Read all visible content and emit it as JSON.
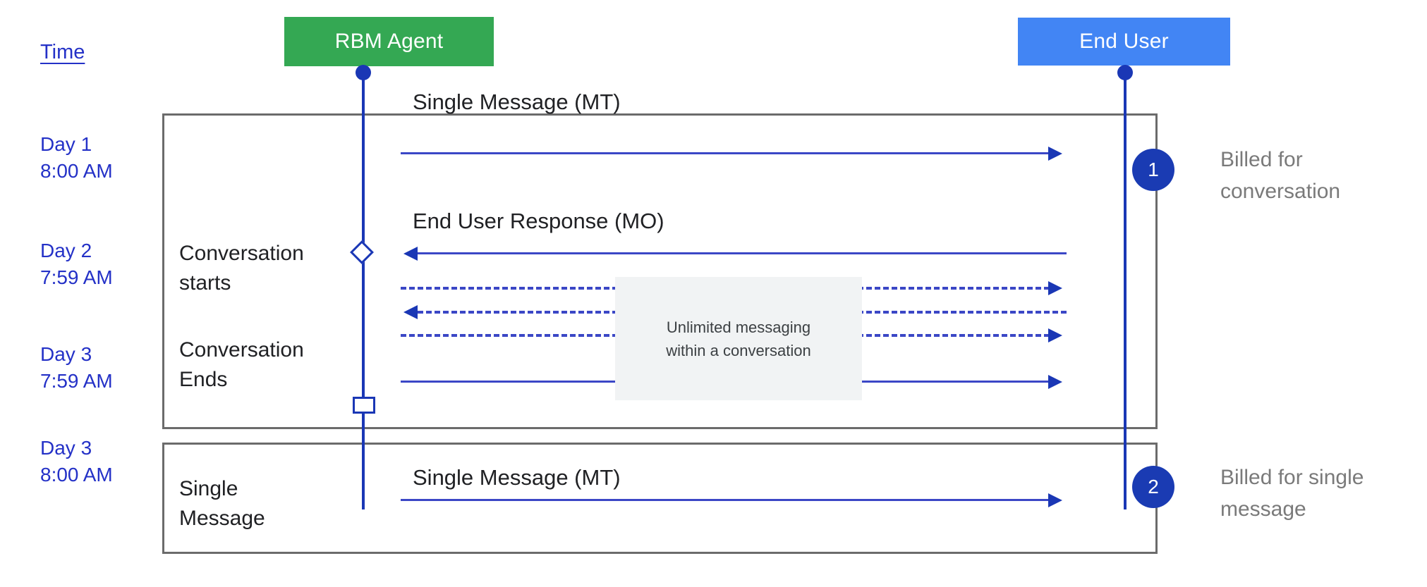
{
  "diagram": {
    "title_hint": "RBM conversation billing sequence",
    "time_column": {
      "header": "Time",
      "stamps": [
        {
          "id": "day1-8am",
          "text": "Day 1\n8:00 AM"
        },
        {
          "id": "day2-759am",
          "text": "Day 2\n7:59 AM"
        },
        {
          "id": "day3-759am",
          "text": "Day 3\n7:59 AM"
        },
        {
          "id": "day3-8am",
          "text": "Day 3\n8:00 AM"
        }
      ]
    },
    "actors": [
      {
        "id": "rbm-agent",
        "label": "RBM Agent",
        "color": "#34a853"
      },
      {
        "id": "end-user",
        "label": "End User",
        "color": "#4285f4"
      }
    ],
    "phases": [
      {
        "id": "conversation-starts",
        "text": "Conversation\nstarts"
      },
      {
        "id": "conversation-ends",
        "text": "Conversation\nEnds"
      },
      {
        "id": "single-message",
        "text": "Single\nMessage"
      }
    ],
    "messages": [
      {
        "id": "mt-1",
        "label": "Single Message (MT)",
        "direction": "right",
        "style": "solid"
      },
      {
        "id": "mo-1",
        "label": "End User Response (MO)",
        "direction": "left",
        "style": "solid"
      },
      {
        "id": "unlimited-1",
        "label": "",
        "direction": "right",
        "style": "dashed"
      },
      {
        "id": "unlimited-2",
        "label": "",
        "direction": "left",
        "style": "dashed"
      },
      {
        "id": "unlimited-3",
        "label": "",
        "direction": "right",
        "style": "dashed"
      },
      {
        "id": "mt-last",
        "label": "",
        "direction": "right",
        "style": "solid"
      },
      {
        "id": "mt-2",
        "label": "Single Message (MT)",
        "direction": "right",
        "style": "solid"
      }
    ],
    "note": {
      "id": "unlimited-note",
      "text": "Unlimited messaging\nwithin a conversation",
      "background": "#f1f3f4"
    },
    "callouts": [
      {
        "id": "billed-conversation",
        "badge": "1",
        "text": "Billed for\nconversation"
      },
      {
        "id": "billed-single-message",
        "badge": "2",
        "text": "Billed for single\nmessage"
      }
    ],
    "colors": {
      "agent": "#34a853",
      "user": "#4285f4",
      "lifeline": "#1a37b5",
      "arrow": "#3b47c6",
      "badge": "#1a3bb3",
      "time_text": "#2431c7",
      "callout_text": "#7a7a7a",
      "group_border": "#6b6b6b",
      "note_bg": "#f1f3f4"
    }
  }
}
